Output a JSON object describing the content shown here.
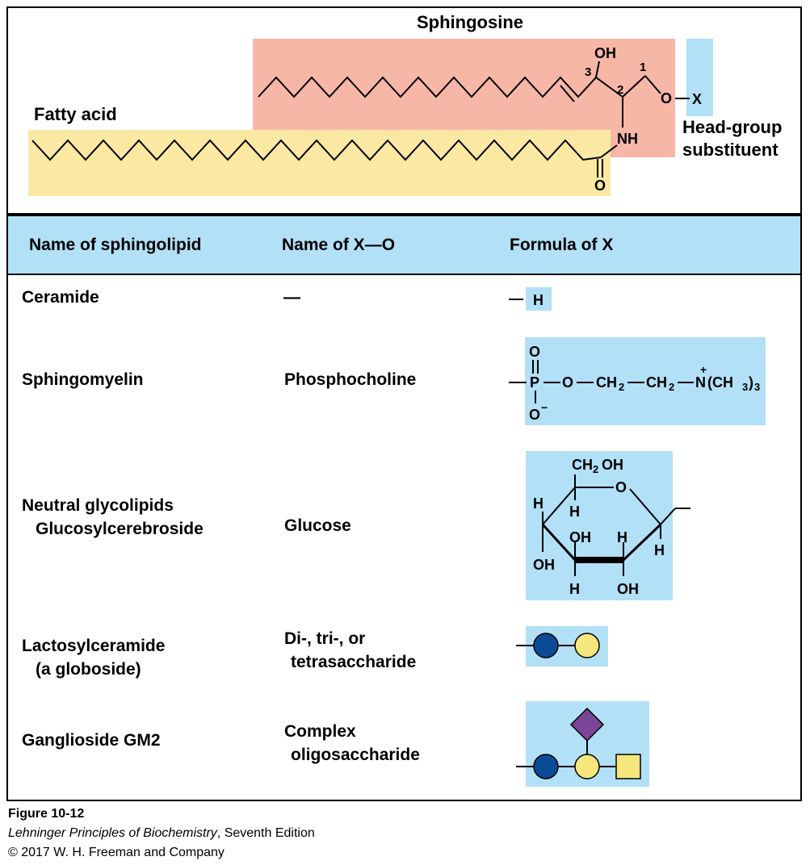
{
  "top": {
    "sphingosine_label": "Sphingosine",
    "fatty_acid_label": "Fatty acid",
    "head_group_line1": "Head-group",
    "head_group_line2": "substituent",
    "atoms": {
      "oh": "OH",
      "nh": "NH",
      "o_carbonyl": "O",
      "o_link": "O",
      "x": "X",
      "c1": "1",
      "c2": "2",
      "c3": "3"
    }
  },
  "colors": {
    "sphingosine_bg": "#f6b7a6",
    "fatty_acid_bg": "#fbe8a3",
    "blue_bg": "#b2e0f7",
    "glucose": "#0b4a94",
    "galactose": "#f6e77d",
    "sialic_acid": "#7a4596"
  },
  "table": {
    "headers": {
      "name": "Name of sphingolipid",
      "xo": "Name of X—O",
      "formula": "Formula of X"
    },
    "rows": [
      {
        "name": "Ceramide",
        "xo": "—",
        "formula": "H"
      },
      {
        "name": "Sphingomyelin",
        "xo": "Phosphocholine"
      },
      {
        "name_line1": "Neutral glycolipids",
        "name_line2": "Glucosylcerebroside",
        "xo": "Glucose"
      },
      {
        "name_line1": "Lactosylceramide",
        "name_line2": "(a globoside)",
        "xo_line1": "Di-, tri-, or",
        "xo_line2": "tetrasaccharide"
      },
      {
        "name": "Ganglioside GM2",
        "xo_line1": "Complex",
        "xo_line2": "oligosaccharide"
      }
    ],
    "phosphocholine": {
      "o_top": "O",
      "p": "P",
      "o_link": "O",
      "ch2a": "CH",
      "ch2b": "CH",
      "sub2": "2",
      "n": "N",
      "ch3": "(CH",
      "sub3a": "3",
      "close": ")",
      "sub3b": "3",
      "plus": "+",
      "o_minus": "O",
      "minus": "−"
    },
    "glucose": {
      "ch2oh": "CH",
      "sub2": "2",
      "oh_suffix": "OH",
      "ring_o": "O",
      "h1": "H",
      "h2": "H",
      "oh1": "OH",
      "h3": "H",
      "h4": "H",
      "oh2": "OH",
      "h5": "H",
      "oh3": "OH"
    }
  },
  "caption": {
    "figure": "Figure 10-12",
    "book_title": "Lehninger Principles of Biochemistry",
    "book_edition": ", Seventh Edition",
    "copyright": "© 2017 W. H. Freeman and Company"
  }
}
